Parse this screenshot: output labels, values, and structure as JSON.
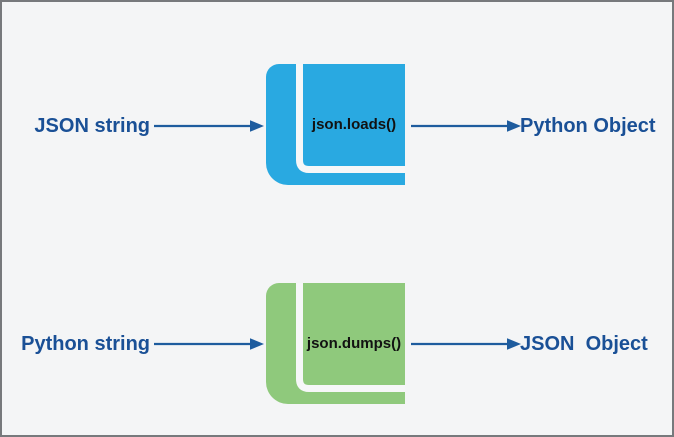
{
  "diagram": {
    "title_semantics": "JSON serialization and deserialization in Python",
    "rows": [
      {
        "input_label": "JSON string",
        "function_label": "json.loads()",
        "output_label": "Python Object",
        "book_color": "#29a9e1"
      },
      {
        "input_label": "Python string",
        "function_label": "json.dumps()",
        "output_label": "JSON  Object",
        "book_color": "#8fc97c"
      }
    ],
    "colors": {
      "label_text": "#1a5096",
      "arrow": "#1e5c9e",
      "book_blue": "#29a9e1",
      "book_green": "#8fc97c",
      "book_page_gap": "#f6f7f8",
      "book_label_text": "#121212",
      "background": "#f4f5f6",
      "border": "#77797c"
    }
  }
}
